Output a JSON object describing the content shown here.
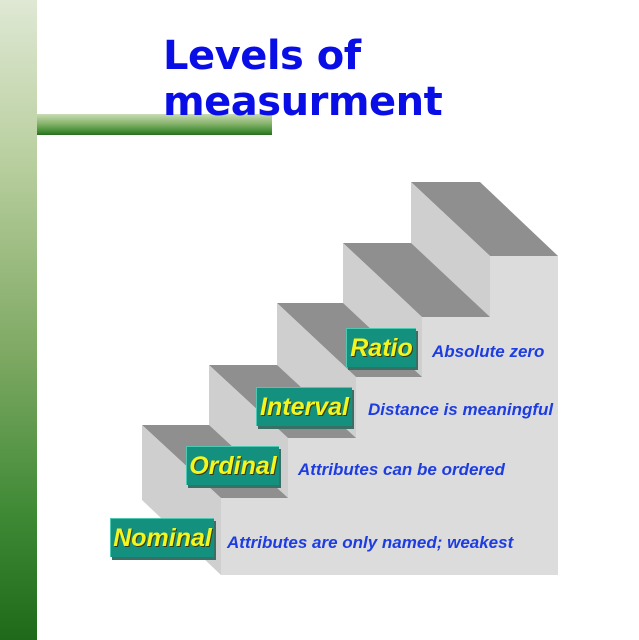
{
  "slide": {
    "title_line1": "Levels of",
    "title_line2": "measurment"
  },
  "levels": [
    {
      "label": "Nominal",
      "description": "Attributes are only named; weakest"
    },
    {
      "label": "Ordinal",
      "description": "Attributes can be ordered"
    },
    {
      "label": "Interval",
      "description": "Distance is meaningful"
    },
    {
      "label": "Ratio",
      "description": "Absolute zero"
    }
  ],
  "colors": {
    "title": "#0a0ee6",
    "label_box": "#14917e",
    "label_text": "#f5f51e",
    "description_text": "#1e3de0",
    "stair_front": "#d9d9d9",
    "stair_side": "#c8c8c8",
    "stair_tread": "#8f8f8f"
  }
}
